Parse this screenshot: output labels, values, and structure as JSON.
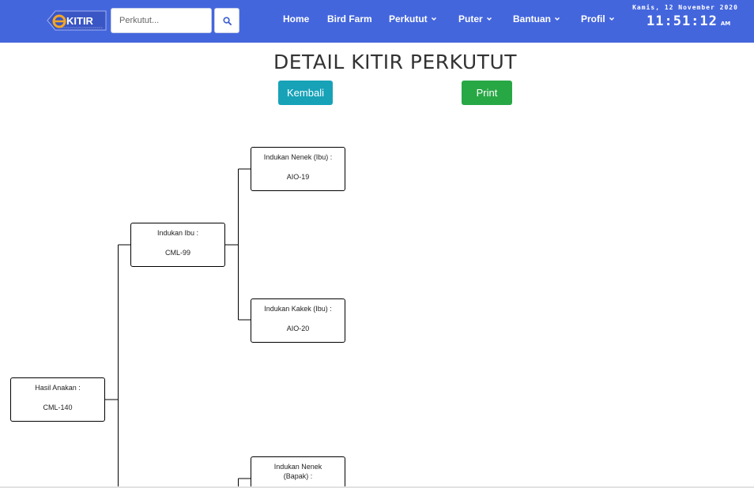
{
  "header": {
    "logo_text": "KITIR",
    "search": {
      "placeholder": "Perkutut...",
      "value": ""
    },
    "nav": [
      {
        "label": "Home",
        "dropdown": false
      },
      {
        "label": "Bird Farm",
        "dropdown": false
      },
      {
        "label": "Perkutut",
        "dropdown": true
      },
      {
        "label": "Puter",
        "dropdown": true
      },
      {
        "label": "Bantuan",
        "dropdown": true
      },
      {
        "label": "Profil",
        "dropdown": true
      }
    ],
    "date": "Kamis, 12 November 2020",
    "time": "11:51:12",
    "ampm": "AM"
  },
  "page": {
    "title": "DETAIL KITIR PERKUTUT",
    "back_label": "Kembali",
    "print_label": "Print"
  },
  "tree": {
    "child": {
      "label": "Hasil Anakan :",
      "value": "CML-140"
    },
    "mother": {
      "label": "Indukan Ibu :",
      "value": "CML-99"
    },
    "maternal_grandmother": {
      "label": "Indukan Nenek (Ibu) :",
      "value": "AIO-19"
    },
    "maternal_grandfather": {
      "label": "Indukan Kakek (Ibu) :",
      "value": "AIO-20"
    },
    "paternal_grandmother": {
      "label": "Indukan Nenek (Bapak) :",
      "value": ""
    }
  },
  "colors": {
    "navbar": "#4466dd",
    "back_button": "#17a2b8",
    "print_button": "#28a745",
    "logo_accent": "#f5a623"
  }
}
